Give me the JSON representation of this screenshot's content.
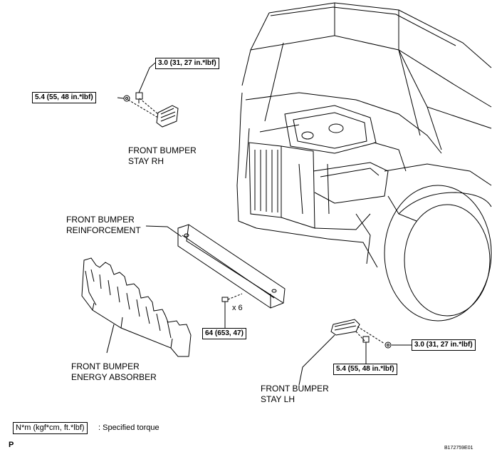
{
  "labels": {
    "stay_rh": [
      "FRONT BUMPER",
      "STAY RH"
    ],
    "reinforcement": [
      "FRONT BUMPER",
      "REINFORCEMENT"
    ],
    "absorber": [
      "FRONT BUMPER",
      "ENERGY ABSORBER"
    ],
    "stay_lh": [
      "FRONT BUMPER",
      "STAY LH"
    ]
  },
  "torques": {
    "rh_upper": "3.0 (31, 27 in.*lbf)",
    "rh_lower": "5.4 (55, 48 in.*lbf)",
    "reinforcement_bolt": "64 (653, 47)",
    "lh_right": "3.0 (31, 27 in.*lbf)",
    "lh_lower": "5.4 (55, 48 in.*lbf)"
  },
  "bolt_count": "x 6",
  "legend": {
    "box": "N*m (kgf*cm, ft.*lbf)",
    "text": ": Specified torque"
  },
  "page_mark": "P",
  "figure_id": "B172759E01"
}
